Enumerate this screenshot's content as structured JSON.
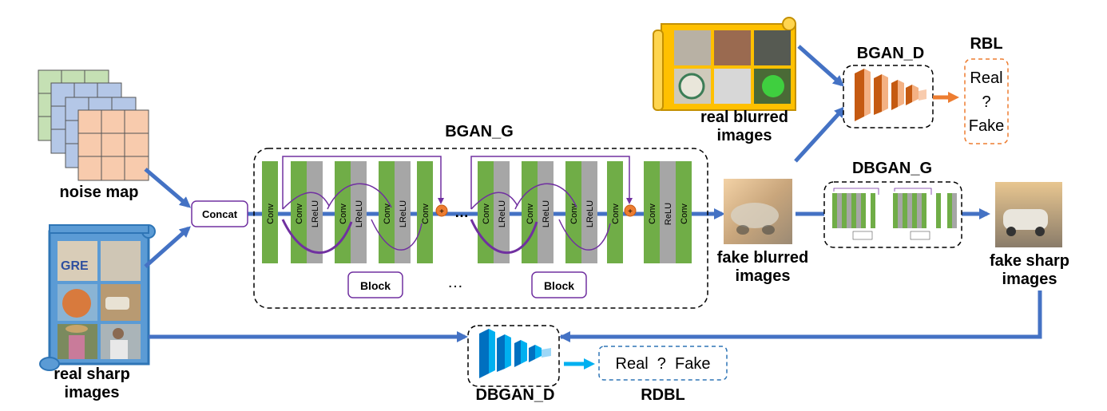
{
  "labels": {
    "noise_map": "noise map",
    "real_sharp_images": "real sharp\nimages",
    "concat": "Concat",
    "bgan_g": "BGAN_G",
    "real_blurred_images": "real blurred\nimages",
    "bgan_d": "BGAN_D",
    "rbl": "RBL",
    "rbl_box": "Real\n?\nFake",
    "dbgan_g": "DBGAN_G",
    "fake_blurred_images": "fake blurred\nimages",
    "fake_sharp_images": "fake sharp\nimages",
    "dbgan_d": "DBGAN_D",
    "rdbl": "RDBL",
    "rdbl_box": "Real  ?  Fake",
    "block": "Block",
    "ellipsis": "…"
  },
  "layers": {
    "conv": "Conv",
    "lrelu": "LReLU",
    "relu": "ReLU"
  },
  "colors": {
    "arrow_blue": "#4472c4",
    "conv_green": "#70ad47",
    "relu_gray": "#a6a6a6",
    "purple": "#7030a0",
    "orange": "#ed7d31",
    "cyan": "#00b0f0",
    "scroll_blue": "#2e75b6",
    "scroll_yellow": "#ffc000"
  },
  "icons": [
    "noise-map-grid-icon",
    "photo-scroll-icon",
    "discriminator-3d-icon",
    "sum-node-icon"
  ]
}
